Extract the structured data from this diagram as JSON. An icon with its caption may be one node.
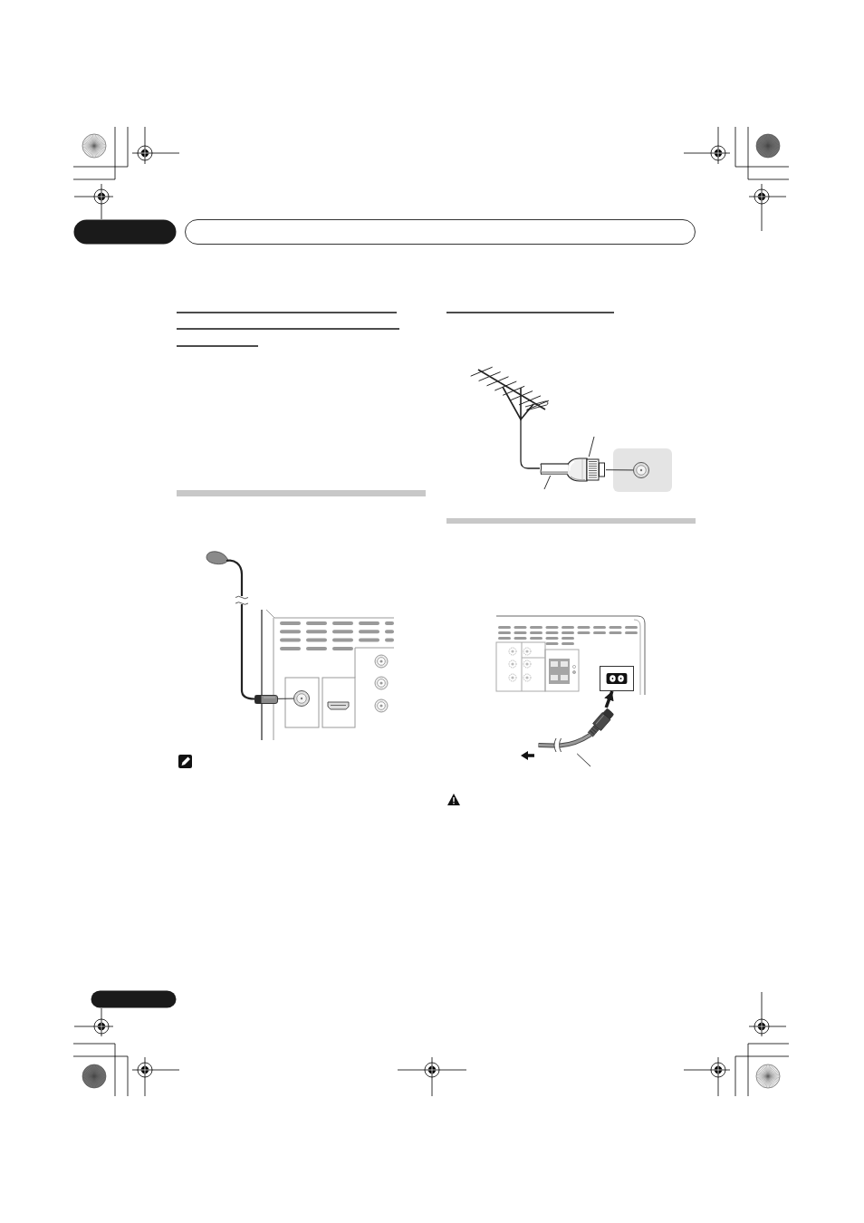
{
  "diagram": {
    "nodes": [
      {
        "text": [],
        "shape": "box"
      },
      {
        "text": [],
        "shape": "box"
      },
      {
        "text": [],
        "shape": "box"
      },
      {
        "text": [],
        "shape": "circle"
      },
      {
        "text": [],
        "shape": "picture"
      },
      {
        "text": [],
        "shape": "picture"
      },
      {
        "text": [],
        "shape": "circle"
      },
      {
        "text": [],
        "shape": "box"
      },
      {
        "text": [],
        "shape": "picture"
      },
      {
        "text": [],
        "shape": "picture"
      },
      {
        "text": [],
        "shape": "box"
      }
    ],
    "edges": [
      {
        "from": 2,
        "to": 3,
        "arrow": "none"
      },
      {
        "from": null,
        "to": 4,
        "arrow": "none"
      },
      {
        "from": null,
        "to": 5,
        "arrow": "none"
      },
      {
        "from": 4,
        "to": 6,
        "arrow": "none"
      },
      {
        "from": 8,
        "to": 7,
        "arrow": "to",
        "style": "thick"
      },
      {
        "from": null,
        "to": 9,
        "arrow": "none"
      }
    ]
  }
}
